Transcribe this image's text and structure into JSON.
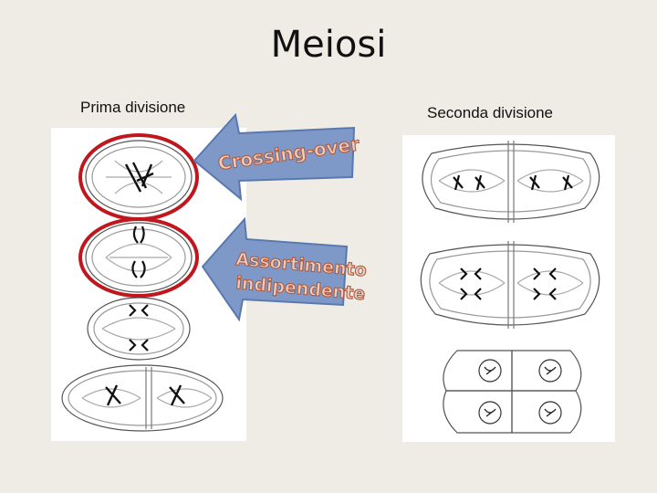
{
  "slide": {
    "title": "Meiosi",
    "left_heading": "Prima divisione",
    "right_heading": "Seconda divisione"
  },
  "arrows": {
    "crossing_over": "Crossing-over",
    "assortimento_line1": "Assortimento",
    "assortimento_line2": "indipendente"
  },
  "colors": {
    "background": "#efece6",
    "highlight_ring": "#c0161d",
    "arrow_fill": "#7e98c8",
    "arrow_text_fill": "#e8cfc4",
    "arrow_text_stroke": "#b25a3c"
  }
}
